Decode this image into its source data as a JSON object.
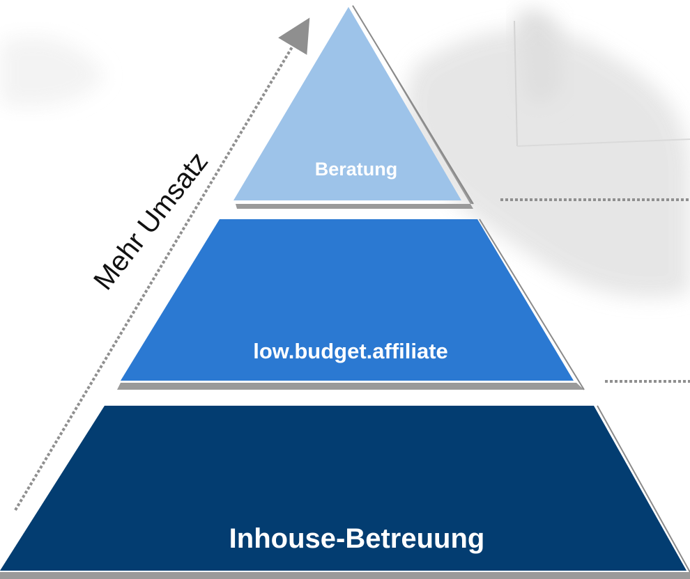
{
  "tiers": {
    "top": {
      "label": "Beratung",
      "color": "#9dc3e9"
    },
    "middle": {
      "label": "low.budget.affiliate",
      "color": "#2b79d2"
    },
    "bottom": {
      "label": "Inhouse-Betreuung",
      "color": "#033d71"
    }
  },
  "axis": {
    "label": "Mehr Umsatz"
  },
  "colors": {
    "shadow": "#9a9a9a",
    "arrow": "#8f8f8f",
    "background_art": "#e6e6e6"
  }
}
